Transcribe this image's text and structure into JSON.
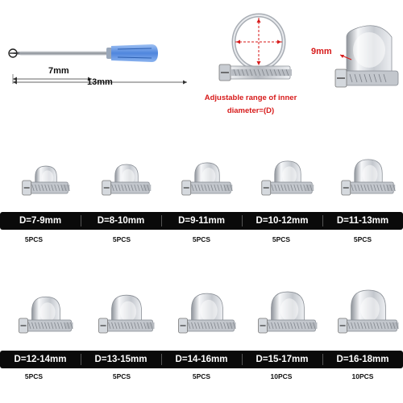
{
  "dimensions": {
    "screwdriver_inner": "7mm",
    "screwdriver_total": "13mm",
    "band_width": "9mm",
    "diameter_caption": "Adjustable range of inner diameter=(D)"
  },
  "colors": {
    "bar_bg": "#0a0a0a",
    "bar_text": "#ffffff",
    "annotation_red": "#d71a1a",
    "screwdriver_handle": "#5c8fe0",
    "metal": "#c9ccd1"
  },
  "rows": [
    {
      "items": [
        {
          "label": "D=7-9mm",
          "qty": "5PCS"
        },
        {
          "label": "D=8-10mm",
          "qty": "5PCS"
        },
        {
          "label": "D=9-11mm",
          "qty": "5PCS"
        },
        {
          "label": "D=10-12mm",
          "qty": "5PCS"
        },
        {
          "label": "D=11-13mm",
          "qty": "5PCS"
        }
      ]
    },
    {
      "items": [
        {
          "label": "D=12-14mm",
          "qty": "5PCS"
        },
        {
          "label": "D=13-15mm",
          "qty": "5PCS"
        },
        {
          "label": "D=14-16mm",
          "qty": "5PCS"
        },
        {
          "label": "D=15-17mm",
          "qty": "10PCS"
        },
        {
          "label": "D=16-18mm",
          "qty": "10PCS"
        }
      ]
    }
  ]
}
